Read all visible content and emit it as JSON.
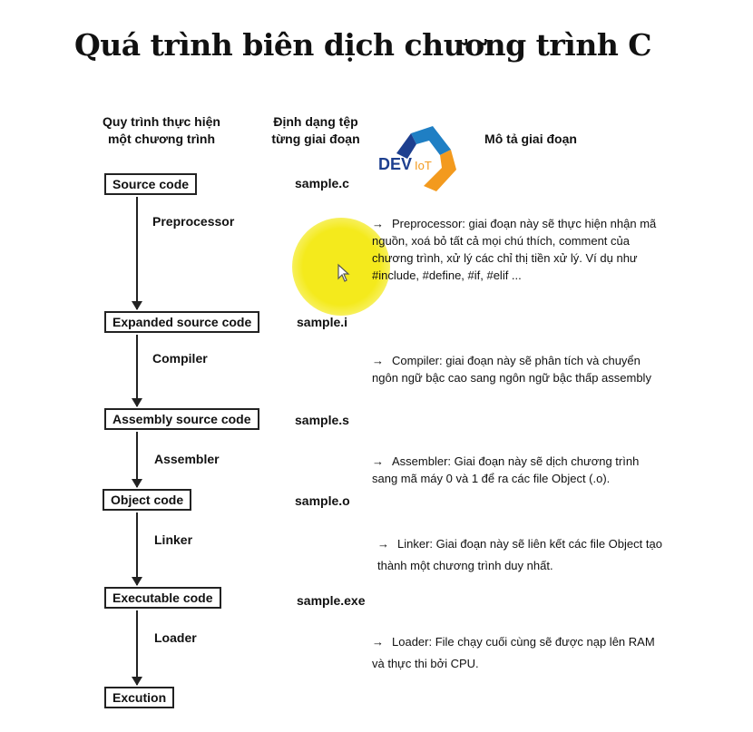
{
  "title": "Quá trình biên dịch chương trình C",
  "headers": {
    "col1_line1": "Quy trình thực hiện",
    "col1_line2": "một chương trình",
    "col2_line1": "Định dạng tệp",
    "col2_line2": "từng giai đoạn",
    "col3": "Mô tả giai đoạn"
  },
  "logo": {
    "text_dev": "DEV",
    "text_iot": "IoT",
    "colors": [
      "#1f7fc4",
      "#f39a1e",
      "#1d3f8f"
    ]
  },
  "stages": [
    {
      "label": "Source code",
      "file": "sample.c"
    },
    {
      "label": "Expanded source code",
      "file": "sample.i"
    },
    {
      "label": "Assembly source code",
      "file": "sample.s"
    },
    {
      "label": "Object code",
      "file": "sample.o"
    },
    {
      "label": "Executable code",
      "file": "sample.exe"
    },
    {
      "label": "Excution",
      "file": ""
    }
  ],
  "processes": [
    {
      "label": "Preprocessor",
      "desc": "Preprocessor: giai đoạn này sẽ thực hiện nhận mã nguồn, xoá bỏ tất cả mọi chú thích, comment của chương trình, xử lý các chỉ thị tiền xử lý. Ví dụ như #include, #define, #if, #elif ..."
    },
    {
      "label": "Compiler",
      "desc": "Compiler: giai đoạn này sẽ phân tích và chuyển ngôn ngữ bậc cao sang ngôn ngữ bậc thấp assembly"
    },
    {
      "label": "Assembler",
      "desc": "Assembler: Giai đoạn này sẽ dịch chương trình sang mã máy 0 và 1 để ra các file Object (.o)."
    },
    {
      "label": "Linker",
      "desc": "Linker: Giai đoạn này sẽ liên kết các file Object tạo thành một chương trình duy nhất."
    },
    {
      "label": "Loader",
      "desc": "Loader: File chạy cuối cùng sẽ được nạp lên RAM và thực thi bởi CPU."
    }
  ],
  "arrow_glyph": "→",
  "highlight_color": "#f4ea1c"
}
